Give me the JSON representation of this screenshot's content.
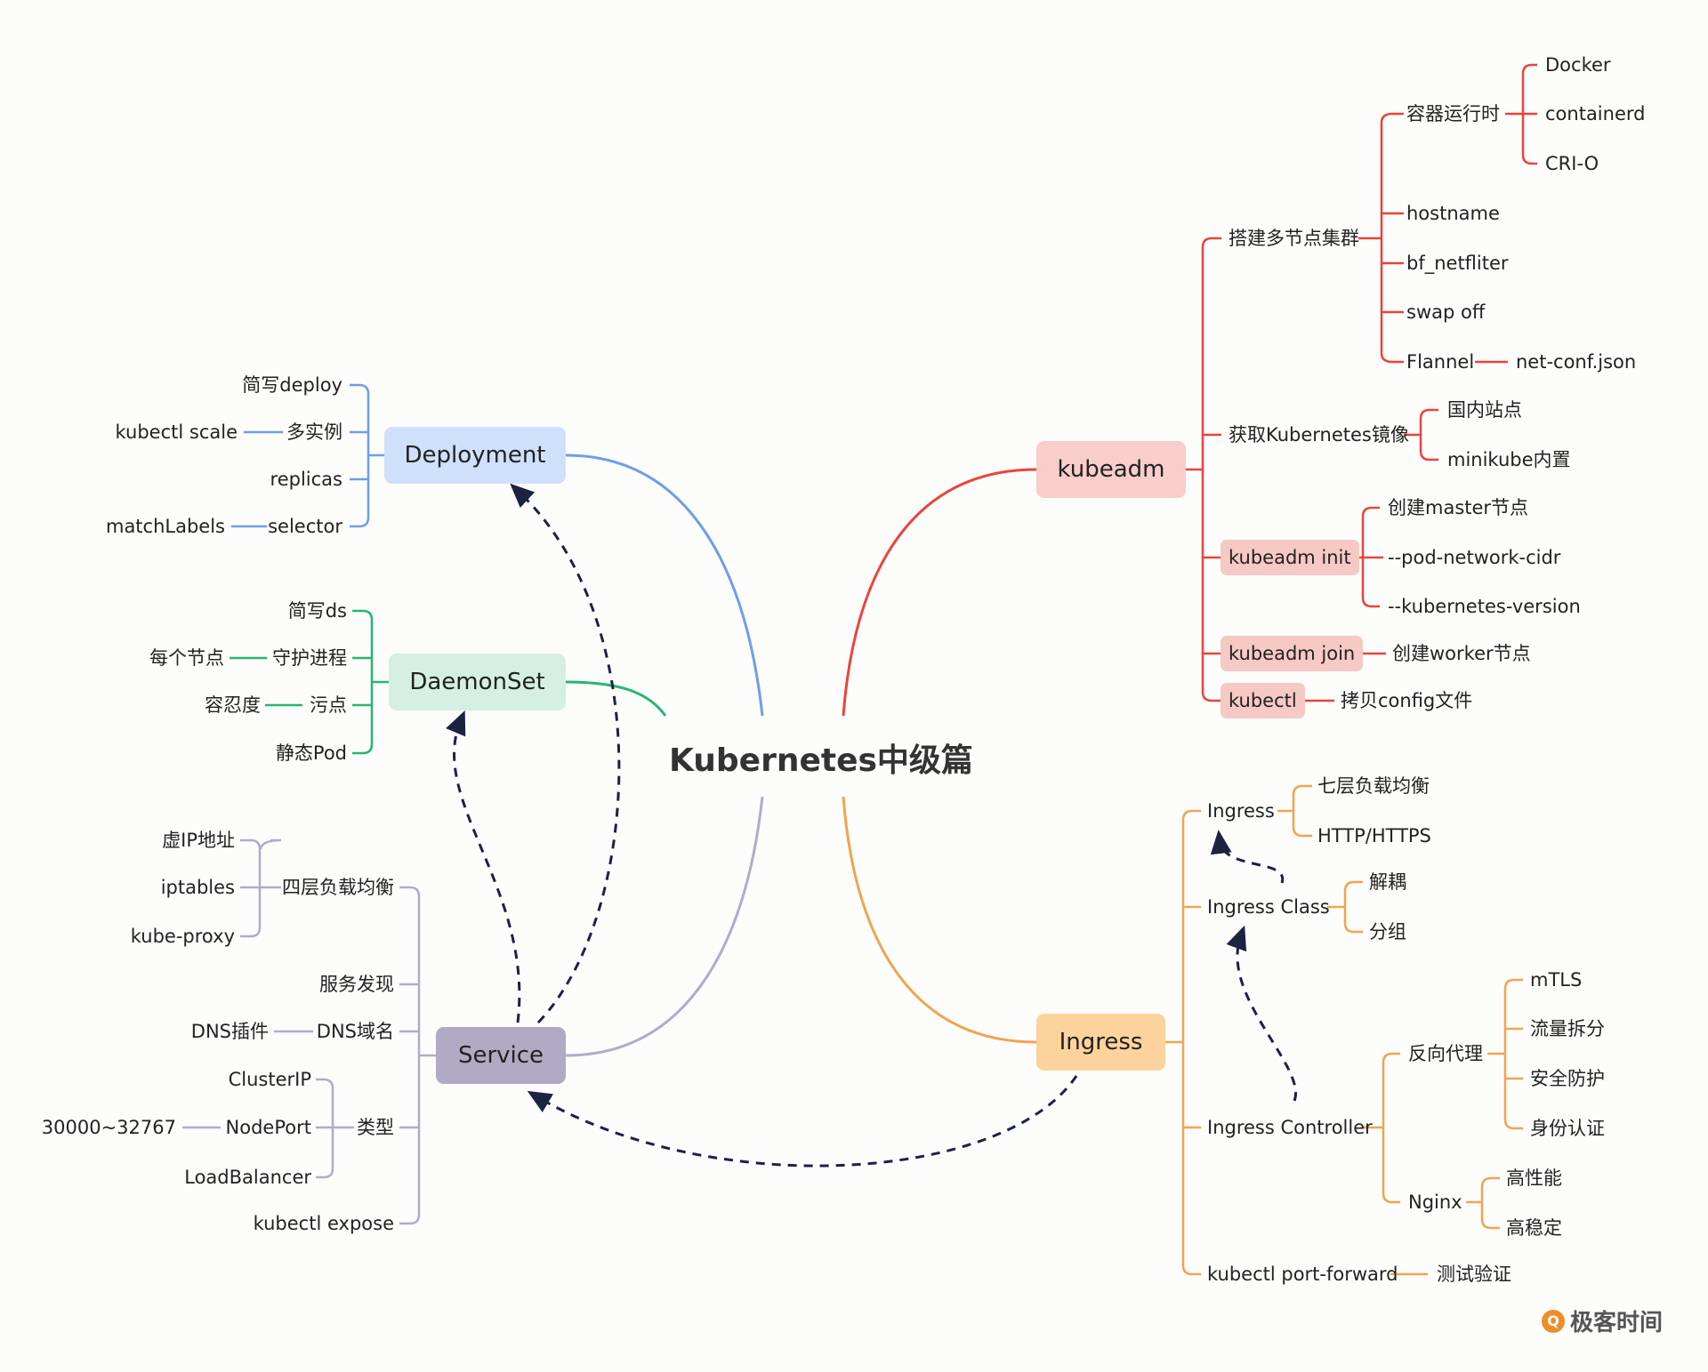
{
  "center": "Kubernetes中级篇",
  "deployment": {
    "label": "Deployment",
    "items": [
      "简写deploy",
      "多实例",
      "replicas",
      "selector"
    ],
    "sub": [
      "kubectl scale",
      "matchLabels"
    ]
  },
  "daemonset": {
    "label": "DaemonSet",
    "items": [
      "简写ds",
      "守护进程",
      "污点",
      "静态Pod"
    ],
    "sub": [
      "每个节点",
      "容忍度"
    ]
  },
  "service": {
    "label": "Service",
    "items": [
      "四层负载均衡",
      "服务发现",
      "DNS域名",
      "类型",
      "kubectl expose"
    ],
    "lb": [
      "虚IP地址",
      "iptables",
      "kube-proxy"
    ],
    "dns": "DNS插件",
    "types": [
      "ClusterIP",
      "NodePort",
      "LoadBalancer"
    ],
    "nodeport_range": "30000~32767"
  },
  "kubeadm": {
    "label": "kubeadm",
    "cluster": "搭建多节点集群",
    "runtime": "容器运行时",
    "runtimes": [
      "Docker",
      "containerd",
      "CRI-O"
    ],
    "cluster_items": [
      "hostname",
      "bf_netfliter",
      "swap off",
      "Flannel"
    ],
    "flannel_conf": "net-conf.json",
    "images": "获取Kubernetes镜像",
    "image_items": [
      "国内站点",
      "minikube内置"
    ],
    "init": "kubeadm init",
    "init_items": [
      "创建master节点",
      "--pod-network-cidr",
      "--kubernetes-version"
    ],
    "join": "kubeadm join",
    "join_item": "创建worker节点",
    "kubectl": "kubectl",
    "kubectl_item": "拷贝config文件"
  },
  "ingress": {
    "label": "Ingress",
    "ing": "Ingress",
    "ing_items": [
      "七层负载均衡",
      "HTTP/HTTPS"
    ],
    "cls": "Ingress Class",
    "cls_items": [
      "解耦",
      "分组"
    ],
    "ctrl": "Ingress Controller",
    "proxy": "反向代理",
    "proxy_items": [
      "mTLS",
      "流量拆分",
      "安全防护",
      "身份认证"
    ],
    "nginx": "Nginx",
    "nginx_items": [
      "高性能",
      "高稳定"
    ],
    "pf": "kubectl port-forward",
    "pf_item": "测试验证"
  },
  "colors": {
    "deployment": "#6e9ee6",
    "deployment_bg": "#cfe0fb",
    "daemonset": "#27b574",
    "daemonset_bg": "#d5efe2",
    "service": "#b2abc8",
    "service_bg": "#b0aac4",
    "kubeadm": "#e8443c",
    "kubeadm_bg": "#f8cdca",
    "ingress": "#f0a54e",
    "ingress_bg": "#fcd39c"
  },
  "brand": "极客时间"
}
